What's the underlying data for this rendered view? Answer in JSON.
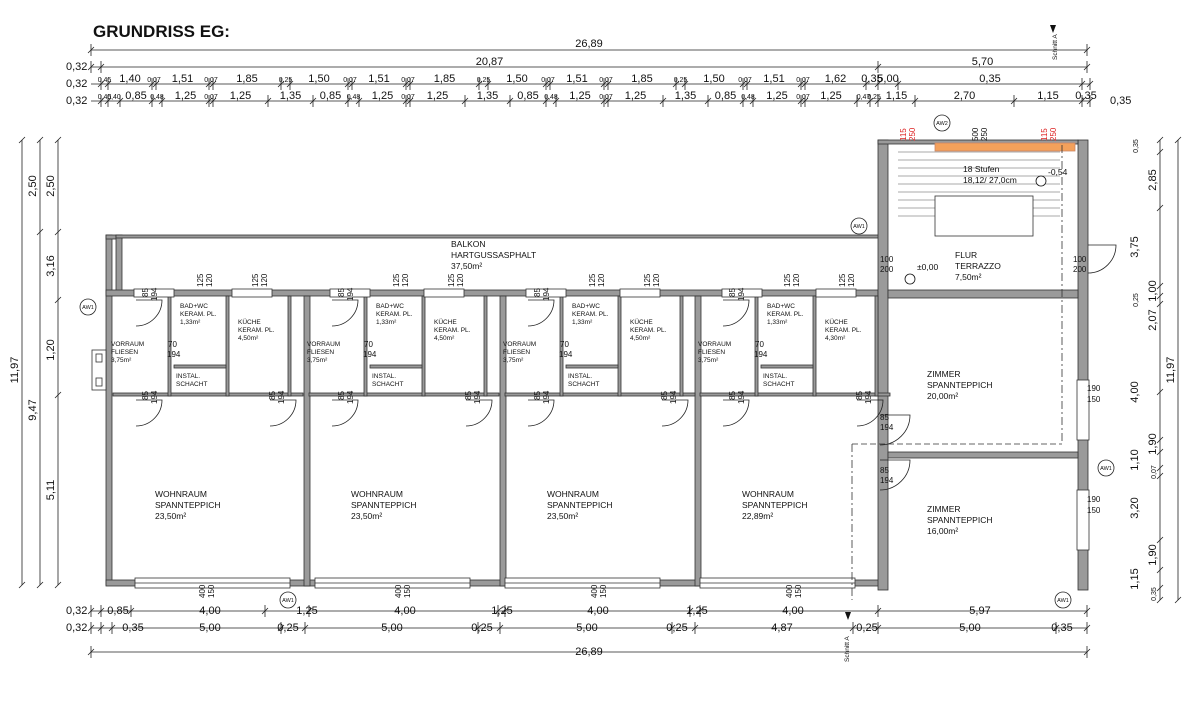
{
  "title": "GRUNDRISS EG:",
  "dims": {
    "overall": "26,89",
    "top_main": "20,87",
    "top_right": "5,70",
    "edge": "0,32",
    "row2": [
      "0,45",
      "1,40",
      "0,07",
      "1,51",
      "0,07",
      "1,85",
      "0,25",
      "1,50",
      "0,07",
      "1,51",
      "0,07",
      "1,85",
      "0,25",
      "1,50",
      "0,07",
      "1,51",
      "0,07",
      "1,85",
      "0,25",
      "1,50",
      "0,07",
      "1,51",
      "0,07",
      "1,62",
      "0,35",
      "5,00",
      "0,35"
    ],
    "row3": [
      "0,45",
      "0,40",
      "0,85",
      "0,48",
      "1,25",
      "0,07",
      "1,25",
      "1,35",
      "0,85",
      "0,48",
      "1,25",
      "0,07",
      "1,25",
      "1,35",
      "0,85",
      "0,48",
      "1,25",
      "0,07",
      "1,25",
      "1,35",
      "0,85",
      "0,48",
      "1,25",
      "0,07",
      "1,25",
      "0,47",
      "0,25",
      "1,15",
      "2,70",
      "1,15",
      "0,35"
    ],
    "bottom1": [
      "0,85",
      "4,00",
      "1,25",
      "4,00",
      "1,25",
      "4,00",
      "1,25",
      "4,00",
      "5,97"
    ],
    "bottom2": [
      "0,35",
      "5,00",
      "0,25",
      "5,00",
      "0,25",
      "5,00",
      "0,25",
      "4,87",
      "0,25",
      "5,00",
      "0,35"
    ],
    "left_outer": [
      "11,97"
    ],
    "left_mid": [
      "2,50",
      "9,47"
    ],
    "left_inner": [
      "2,50",
      "3,16",
      "1,20",
      "5,11"
    ],
    "right_inner": [
      "0,35",
      "2,85",
      "3,75",
      "1,00",
      "0,25",
      "2,07",
      "4,00",
      "1,90",
      "1,10",
      "0,07",
      "3,20",
      "1,90",
      "1,15",
      "0,35"
    ],
    "right_outer": "11,97"
  },
  "rooms": {
    "balkon": [
      "BALKON",
      "HARTGUSSASPHALT",
      "37,50m²"
    ],
    "stair": [
      "18 Stufen",
      "18,12/ 27,0cm"
    ],
    "level_top": "-0,54",
    "level_floor": "±0,00",
    "flur": [
      "FLUR",
      "TERRAZZO",
      "7,50m²"
    ],
    "units": [
      {
        "vorraum": [
          "VORRAUM",
          "FLIESEN",
          "3,75m²"
        ],
        "bad": [
          "BAD+WC",
          "KERAM. PL.",
          "1,33m²"
        ],
        "kueche": [
          "KÜCHE",
          "KERAM. PL.",
          "4,50m²"
        ],
        "wohn": [
          "WOHNRAUM",
          "SPANNTEPPICH",
          "23,50m²"
        ]
      },
      {
        "vorraum": [
          "VORRAUM",
          "FLIESEN",
          "3,75m²"
        ],
        "bad": [
          "BAD+WC",
          "KERAM. PL.",
          "1,33m²"
        ],
        "kueche": [
          "KÜCHE",
          "KERAM. PL.",
          "4,50m²"
        ],
        "wohn": [
          "WOHNRAUM",
          "SPANNTEPPICH",
          "23,50m²"
        ]
      },
      {
        "vorraum": [
          "VORRAUM",
          "FLIESEN",
          "3,75m²"
        ],
        "bad": [
          "BAD+WC",
          "KERAM. PL.",
          "1,33m²"
        ],
        "kueche": [
          "KÜCHE",
          "KERAM. PL.",
          "4,50m²"
        ],
        "wohn": [
          "WOHNRAUM",
          "SPANNTEPPICH",
          "23,50m²"
        ]
      },
      {
        "vorraum": [
          "VORRAUM",
          "FLIESEN",
          "3,75m²"
        ],
        "bad": [
          "BAD+WC",
          "KERAM. PL.",
          "1,33m²"
        ],
        "kueche": [
          "KÜCHE",
          "KERAM. PL.",
          "4,30m²"
        ],
        "wohn": [
          "WOHNRAUM",
          "SPANNTEPPICH",
          "22,89m²"
        ]
      }
    ],
    "instal": [
      "INSTAL.",
      "SCHACHT"
    ],
    "zimmer1": [
      "ZIMMER",
      "SPANNTEPPICH",
      "20,00m²"
    ],
    "zimmer2": [
      "ZIMMER",
      "SPANNTEPPICH",
      "16,00m²"
    ]
  },
  "openings": {
    "d85": "85",
    "h194": "194",
    "d70": "70",
    "w125": "125",
    "w120": "120",
    "w100": "100",
    "w200": "200",
    "w190": "190",
    "w150": "150",
    "w400": "400",
    "w115": "115",
    "w250": "250",
    "w500": "500"
  },
  "tags": {
    "aw1": "AW1",
    "aw2": "AW2",
    "schnitt": "Schnitt A"
  }
}
